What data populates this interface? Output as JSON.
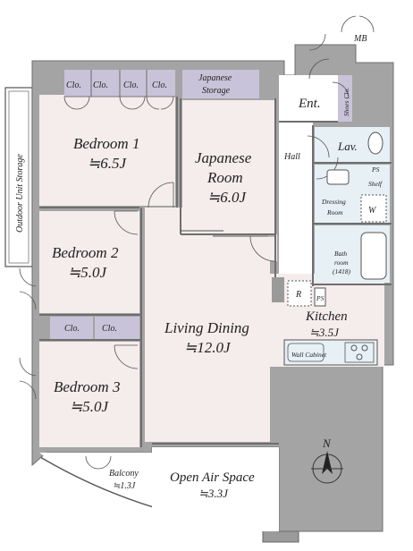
{
  "rooms": {
    "bedroom1": {
      "name": "Bedroom 1",
      "size": "≒6.5J"
    },
    "bedroom2": {
      "name": "Bedroom 2",
      "size": "≒5.0J"
    },
    "bedroom3": {
      "name": "Bedroom 3",
      "size": "≒5.0J"
    },
    "japanese_room": {
      "name_line1": "Japanese",
      "name_line2": "Room",
      "size": "≒6.0J"
    },
    "living_dining": {
      "name": "Living Dining",
      "size": "≒12.0J"
    },
    "kitchen": {
      "name": "Kitchen",
      "size": "≒3.5J"
    },
    "open_air": {
      "name": "Open Air Space",
      "size": "≒3.3J"
    },
    "balcony": {
      "name": "Balcony",
      "size": "≒1.3J"
    }
  },
  "labels": {
    "clo": "Clo.",
    "japanese_storage_line1": "Japanese",
    "japanese_storage_line2": "Storage",
    "outdoor_storage": "Outdoor Unit Storage",
    "entrance": "Ent.",
    "mb": "MB",
    "shoes_clo": "Shoes Clo.",
    "hall": "Hall",
    "lav": "Lav.",
    "ps": "PS",
    "shelf": "Shelf",
    "dressing_line1": "Dressing",
    "dressing_line2": "Room",
    "w": "W",
    "bath_line1": "Bath",
    "bath_line2": "room",
    "bath_size": "(1418)",
    "r": "R",
    "ps_vertical": "PS",
    "kitchen_tag": "Wall Cabinet",
    "north": "N"
  },
  "colors": {
    "wall": "#a4a4a4",
    "wall_outline": "#6e6e6e",
    "room_pink": "#f5ecec",
    "wet_blue": "#e6f0f5",
    "storage_purple": "#c9c3d9",
    "exterior": "#ffffff"
  }
}
